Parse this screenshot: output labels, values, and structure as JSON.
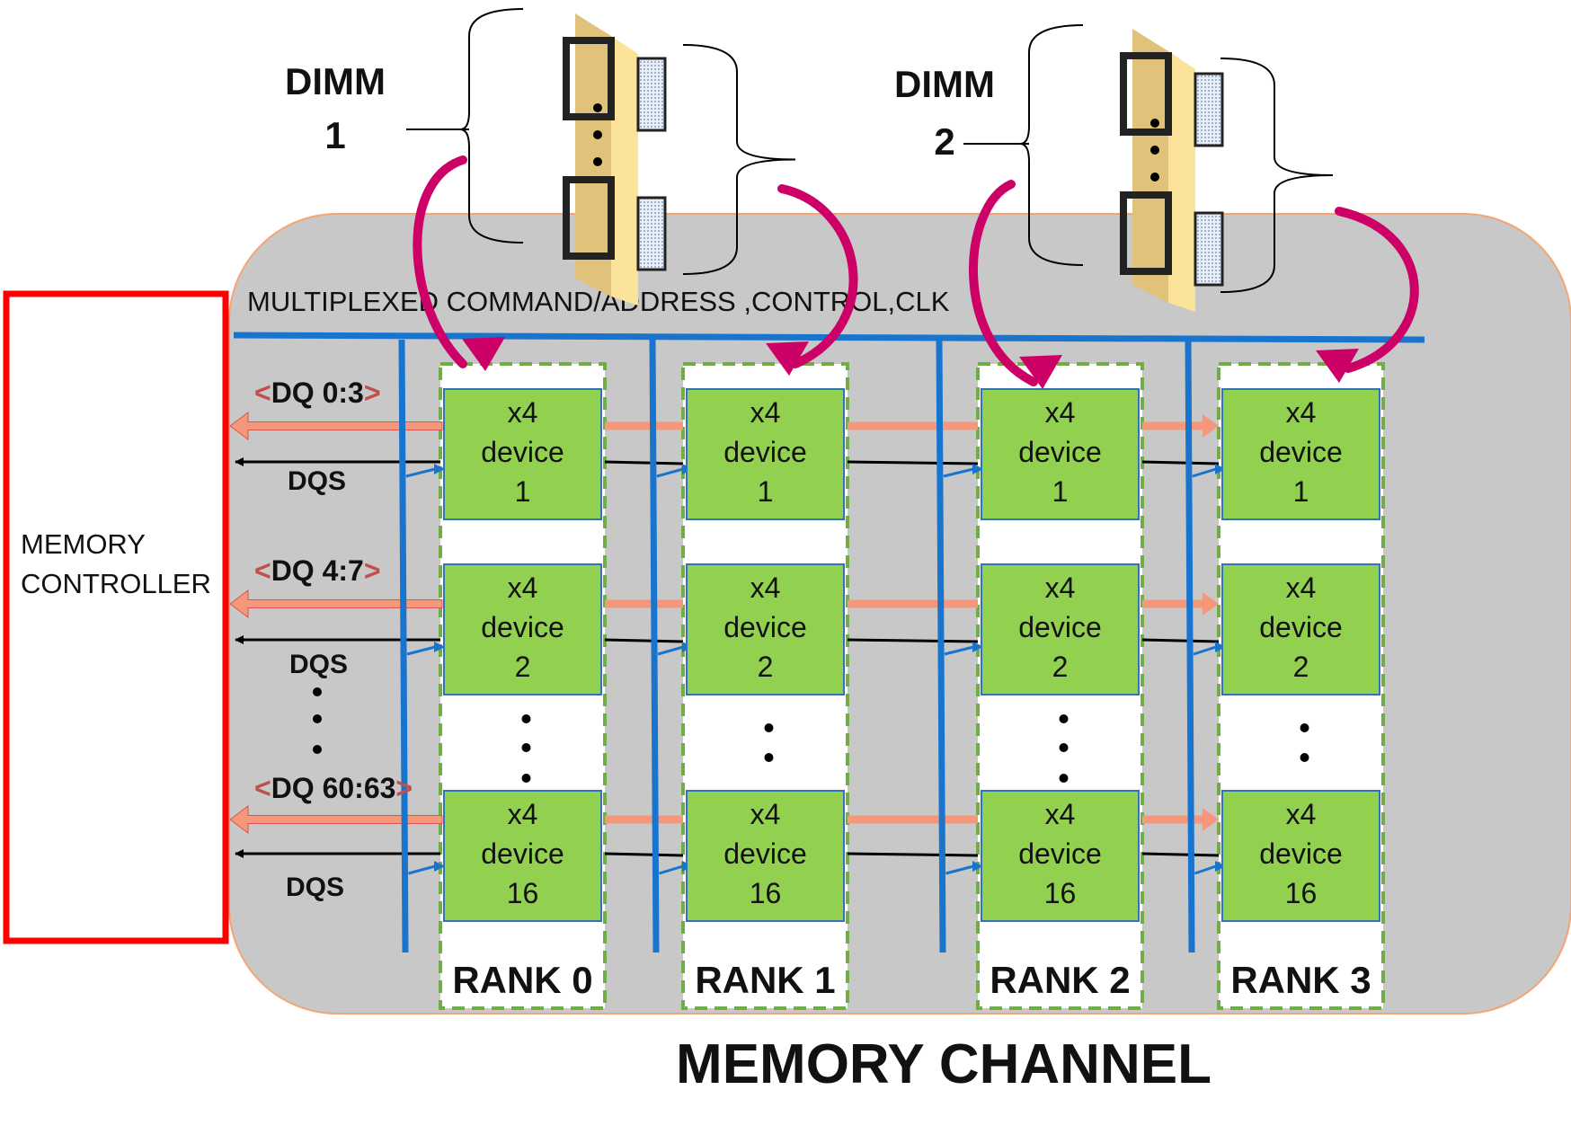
{
  "dimms": [
    {
      "line1": "DIMM",
      "line2": "1"
    },
    {
      "line1": "DIMM",
      "line2": "2"
    }
  ],
  "bus_label": "MULTIPLEXED COMMAND/ADDRESS ,CONTROL,CLK",
  "controller": {
    "line1": "MEMORY",
    "line2": "CONTROLLER"
  },
  "dq_groups": [
    {
      "dq": "DQ 0:3",
      "dqs": "DQS"
    },
    {
      "dq": "DQ 4:7",
      "dqs": "DQS"
    },
    {
      "dq": "DQ 60:63",
      "dqs": "DQS"
    }
  ],
  "dq_bracket_open": "<",
  "dq_bracket_close": ">",
  "ranks": [
    "RANK 0",
    "RANK 1",
    "RANK 2",
    "RANK 3"
  ],
  "devices": [
    {
      "type": "x4",
      "word": "device",
      "num": "1"
    },
    {
      "type": "x4",
      "word": "device",
      "num": "2"
    },
    {
      "type": "x4",
      "word": "device",
      "num": "16"
    }
  ],
  "channel_title": "MEMORY CHANNEL",
  "colors": {
    "channel_bg": "#c8c8c8",
    "channel_border": "#f4a574",
    "controller_border": "#ff0000",
    "bus": "#1874cd",
    "device_fill": "#92d050",
    "device_stroke": "#2e75b6",
    "rank_border": "#70ad47",
    "dq_arrow": "#f4977a",
    "dimm_arrow": "#cc0066",
    "dimm_board": "#fbe39a",
    "dq_bracket": "#c0504d"
  }
}
